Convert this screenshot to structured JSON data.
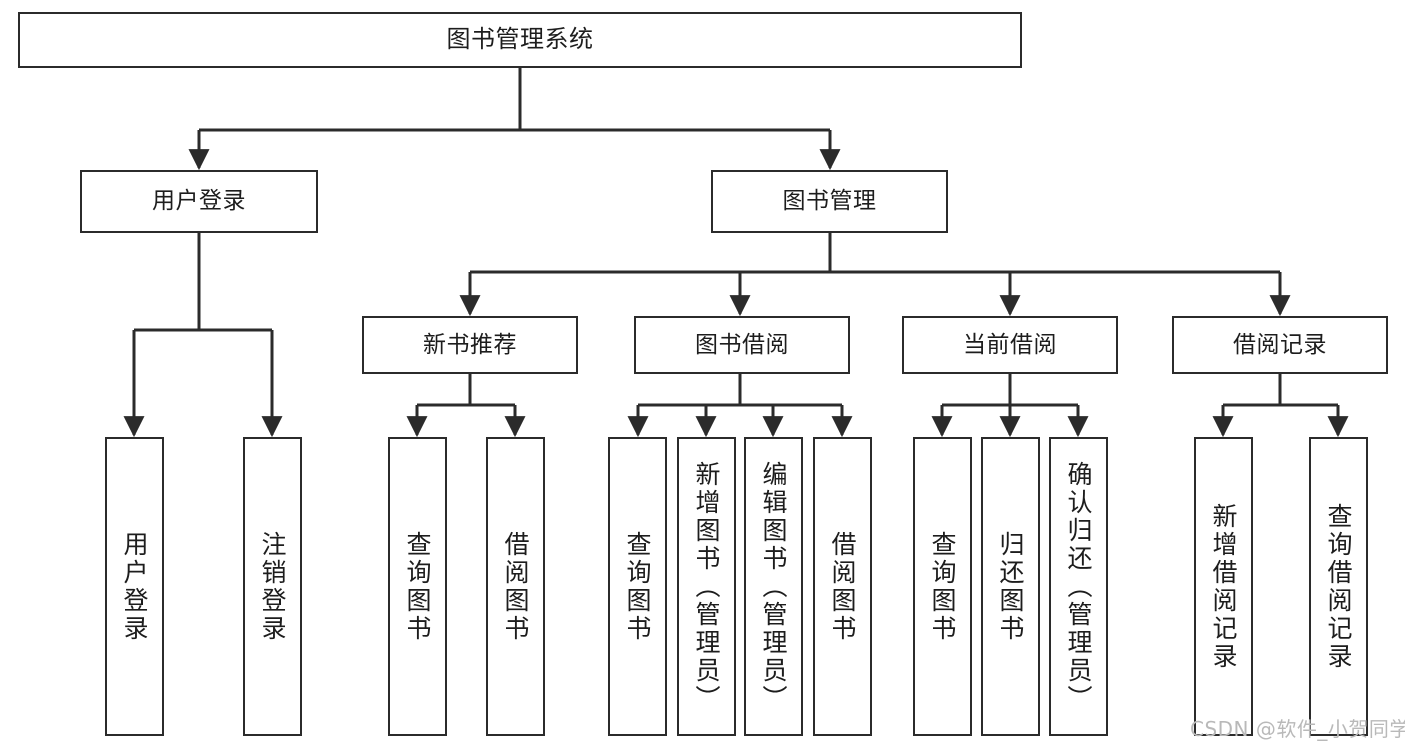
{
  "diagram": {
    "title": "图书管理系统",
    "type": "tree-hierarchy-chart",
    "root": {
      "id": "root",
      "label": "图书管理系统"
    },
    "level2": [
      {
        "id": "user-login",
        "label": "用户登录"
      },
      {
        "id": "book-management",
        "label": "图书管理"
      }
    ],
    "level3": [
      {
        "id": "new-book-recommend",
        "label": "新书推荐"
      },
      {
        "id": "book-borrow",
        "label": "图书借阅"
      },
      {
        "id": "current-borrow",
        "label": "当前借阅"
      },
      {
        "id": "borrow-record",
        "label": "借阅记录"
      }
    ],
    "leaves": {
      "user_login": [
        {
          "id": "leaf-user-login",
          "label": "用户登录"
        },
        {
          "id": "leaf-logout-login",
          "label": "注销登录"
        }
      ],
      "new_book_recommend": [
        {
          "id": "leaf-query-book-1",
          "label": "查询图书"
        },
        {
          "id": "leaf-borrow-book-1",
          "label": "借阅图书"
        }
      ],
      "book_borrow": [
        {
          "id": "leaf-query-book-2",
          "label": "查询图书"
        },
        {
          "id": "leaf-add-book",
          "label": "新增图书（管理员）"
        },
        {
          "id": "leaf-edit-book",
          "label": "编辑图书（管理员）"
        },
        {
          "id": "leaf-borrow-book-2",
          "label": "借阅图书"
        }
      ],
      "current_borrow": [
        {
          "id": "leaf-query-book-3",
          "label": "查询图书"
        },
        {
          "id": "leaf-return-book",
          "label": "归还图书"
        },
        {
          "id": "leaf-confirm-return",
          "label": "确认归还（管理员）"
        }
      ],
      "borrow_record": [
        {
          "id": "leaf-add-record",
          "label": "新增借阅记录"
        },
        {
          "id": "leaf-query-record",
          "label": "查询借阅记录"
        }
      ]
    },
    "watermark": "CSDN @软件_小贺同学",
    "colors": {
      "stroke": "#2b2b2b",
      "background": "#ffffff",
      "text": "#1d1d1d",
      "watermark": "#b9b9b9"
    }
  }
}
